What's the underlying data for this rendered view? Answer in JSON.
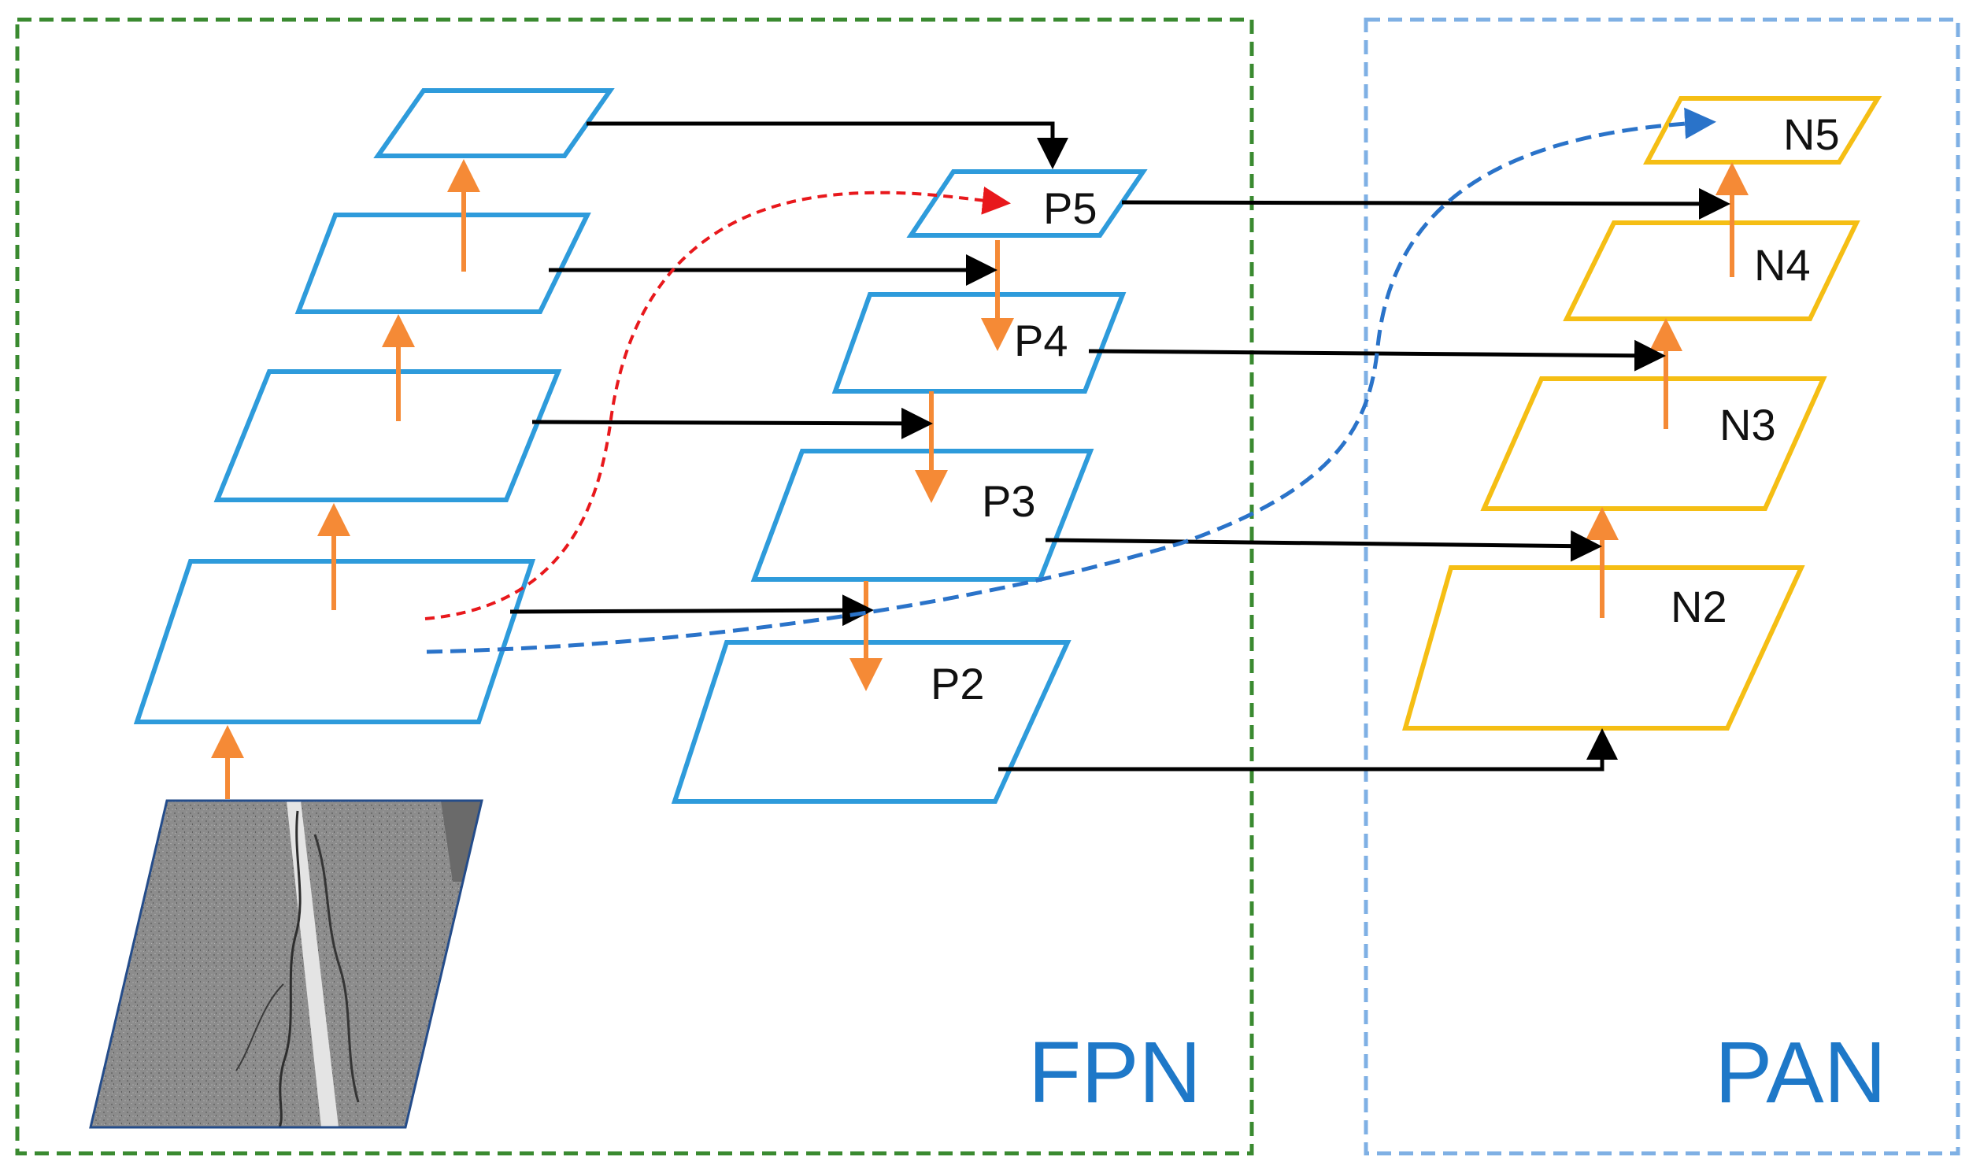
{
  "diagram": {
    "fpn_label": "FPN",
    "pan_label": "PAN",
    "p_labels": {
      "p5": "P5",
      "p4": "P4",
      "p3": "P3",
      "p2": "P2"
    },
    "n_labels": {
      "n5": "N5",
      "n4": "N4",
      "n3": "N3",
      "n2": "N2"
    },
    "colors": {
      "fpn_border": "#3A8A30",
      "pan_border": "#7FB0E4",
      "backbone_layer": "#2E9BDB",
      "pan_layer": "#F5BE14",
      "upsample_arrow": "#F58A36",
      "lateral_arrow": "#000000",
      "fpn_shortcut": "#E8181C",
      "pan_shortcut": "#2A73C9",
      "label_text": "#1E78C8"
    },
    "icons": [
      "pavement-crack-photo"
    ]
  }
}
